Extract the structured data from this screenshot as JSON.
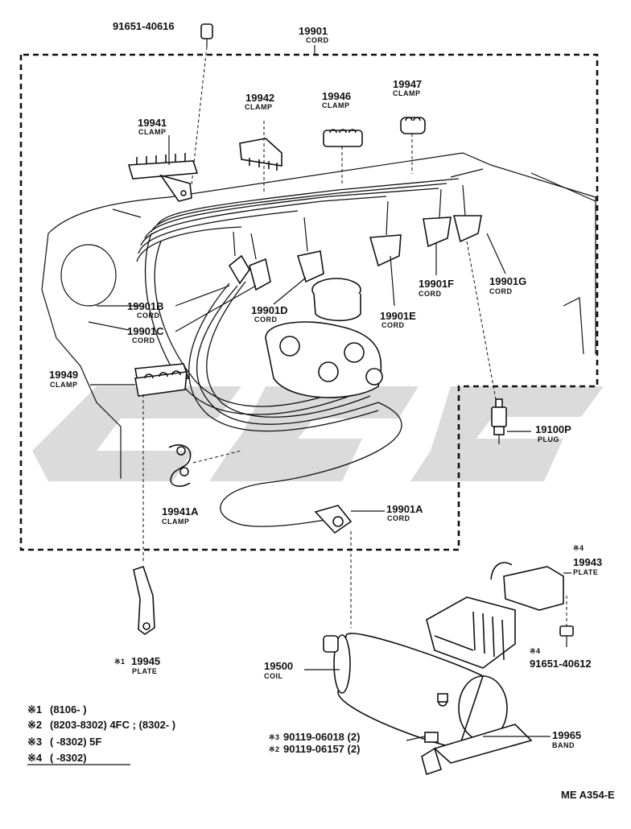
{
  "diagram_code": "ME A354-E",
  "parts": [
    {
      "id": "bolt_top",
      "number": "91651-40616",
      "name": ""
    },
    {
      "id": "cord_set",
      "number": "19901",
      "name": "CORD"
    },
    {
      "id": "clamp_19942",
      "number": "19942",
      "name": "CLAMP"
    },
    {
      "id": "clamp_19946",
      "number": "19946",
      "name": "CLAMP"
    },
    {
      "id": "clamp_19947",
      "number": "19947",
      "name": "CLAMP"
    },
    {
      "id": "clamp_19941",
      "number": "19941",
      "name": "CLAMP"
    },
    {
      "id": "cord_b",
      "number": "19901B",
      "name": "CORD"
    },
    {
      "id": "cord_c",
      "number": "19901C",
      "name": "CORD"
    },
    {
      "id": "cord_d",
      "number": "19901D",
      "name": "CORD"
    },
    {
      "id": "cord_e",
      "number": "19901E",
      "name": "CORD"
    },
    {
      "id": "cord_f",
      "number": "19901F",
      "name": "CORD"
    },
    {
      "id": "cord_g",
      "number": "19901G",
      "name": "CORD"
    },
    {
      "id": "clamp_19949",
      "number": "19949",
      "name": "CLAMP"
    },
    {
      "id": "plug",
      "number": "19100P",
      "name": "PLUG"
    },
    {
      "id": "clamp_19941a",
      "number": "19941A",
      "name": "CLAMP"
    },
    {
      "id": "cord_a",
      "number": "19901A",
      "name": "CORD"
    },
    {
      "id": "plate_19943",
      "number": "19943",
      "name": "PLATE",
      "mark": "※4"
    },
    {
      "id": "bolt_right",
      "number": "91651-40612",
      "name": "",
      "mark": "※4"
    },
    {
      "id": "plate_19945",
      "number": "19945",
      "name": "PLATE",
      "mark": "※1"
    },
    {
      "id": "coil",
      "number": "19500",
      "name": "COIL"
    },
    {
      "id": "band",
      "number": "19965",
      "name": "BAND"
    },
    {
      "id": "screw_3",
      "number": "90119-06018 (2)",
      "name": "",
      "mark": "※3"
    },
    {
      "id": "screw_2",
      "number": "90119-06157 (2)",
      "name": "",
      "mark": "※2"
    }
  ],
  "notes": [
    {
      "mark": "※1",
      "text": "(8106-      )"
    },
    {
      "mark": "※2",
      "text": "(8203-8302) 4FC ; (8302-        )"
    },
    {
      "mark": "※3",
      "text": "(        -8302) 5F"
    },
    {
      "mark": "※4",
      "text": "(        -8302)"
    }
  ],
  "colors": {
    "line": "#111111",
    "background": "#ffffff",
    "watermark": "#bdbdbd"
  }
}
